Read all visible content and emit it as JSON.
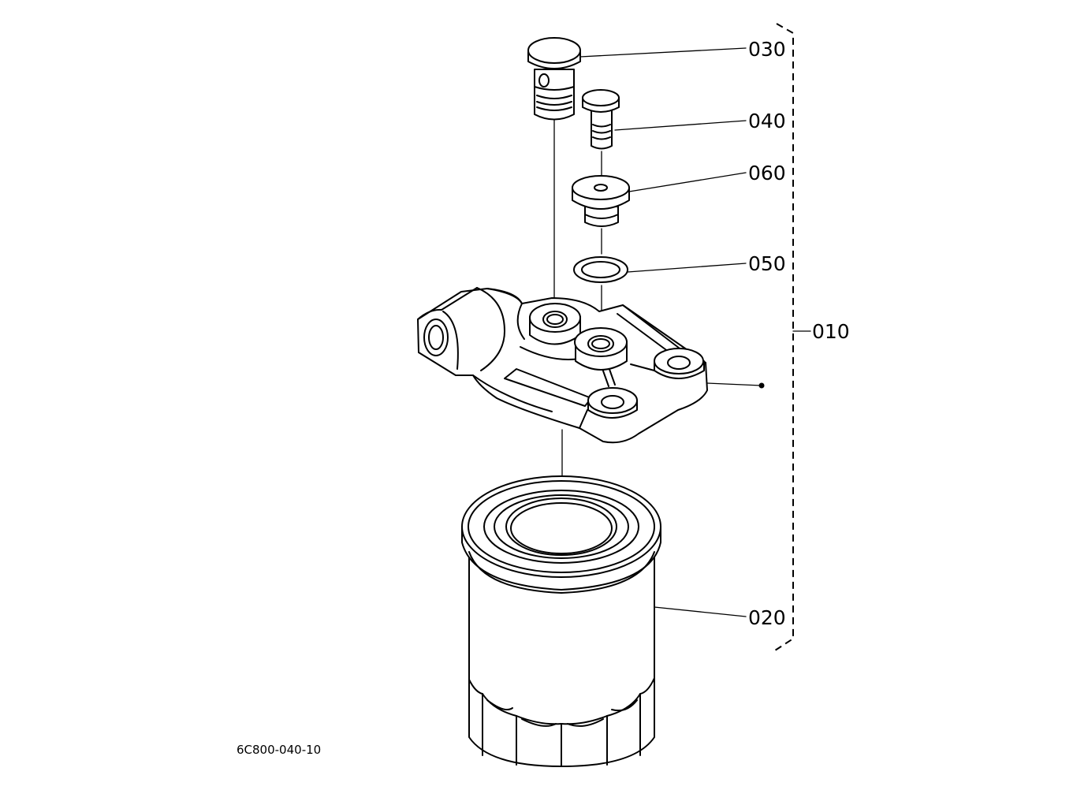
{
  "callouts": {
    "c030": "030",
    "c040": "040",
    "c060": "060",
    "c050": "050",
    "c010": "010",
    "c020": "020"
  },
  "drawing_code": "6C800-040-10"
}
